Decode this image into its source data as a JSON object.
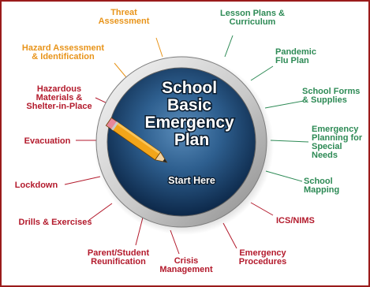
{
  "colors": {
    "frame": "#9a1b1b",
    "orange": "#e8941a",
    "green": "#2d8a55",
    "red": "#b31a2c",
    "disc_dark": "#0e2d50",
    "disc_light": "#4d7eaa",
    "ring_light": "#eeeeee",
    "ring_dark": "#9d9d9d"
  },
  "center": {
    "title_lines": [
      "School",
      "Basic",
      "Emergency",
      "Plan"
    ],
    "start_label": "Start Here"
  },
  "pencil_icon": "pencil-icon",
  "items": [
    {
      "id": "threat-assessment",
      "lines": [
        "Threat",
        "Assessment"
      ],
      "color": "orange"
    },
    {
      "id": "hazard-assessment",
      "lines": [
        "Hazard Assessment",
        "& Identification"
      ],
      "color": "orange"
    },
    {
      "id": "hazardous-materials",
      "lines": [
        "Hazardous",
        "Materials &",
        "Shelter-in-Place"
      ],
      "color": "red"
    },
    {
      "id": "evacuation",
      "lines": [
        "Evacuation"
      ],
      "color": "red"
    },
    {
      "id": "lockdown",
      "lines": [
        "Lockdown"
      ],
      "color": "red"
    },
    {
      "id": "drills-exercises",
      "lines": [
        "Drills & Exercises"
      ],
      "color": "red"
    },
    {
      "id": "parent-student-reunification",
      "lines": [
        "Parent/Student",
        "Reunification"
      ],
      "color": "red"
    },
    {
      "id": "crisis-management",
      "lines": [
        "Crisis",
        "Management"
      ],
      "color": "red"
    },
    {
      "id": "emergency-procedures",
      "lines": [
        "Emergency",
        "Procedures"
      ],
      "color": "red"
    },
    {
      "id": "ics-nims",
      "lines": [
        "ICS/NIMS"
      ],
      "color": "red"
    },
    {
      "id": "school-mapping",
      "lines": [
        "School",
        "Mapping"
      ],
      "color": "green"
    },
    {
      "id": "emergency-planning-special-needs",
      "lines": [
        "Emergency",
        "Planning for",
        "Special",
        "Needs"
      ],
      "color": "green"
    },
    {
      "id": "school-forms-supplies",
      "lines": [
        "School Forms",
        "& Supplies"
      ],
      "color": "green"
    },
    {
      "id": "pandemic-flu-plan",
      "lines": [
        "Pandemic",
        "Flu Plan"
      ],
      "color": "green"
    },
    {
      "id": "lesson-plans-curriculum",
      "lines": [
        "Lesson Plans &",
        "Curriculum"
      ],
      "color": "green"
    }
  ]
}
